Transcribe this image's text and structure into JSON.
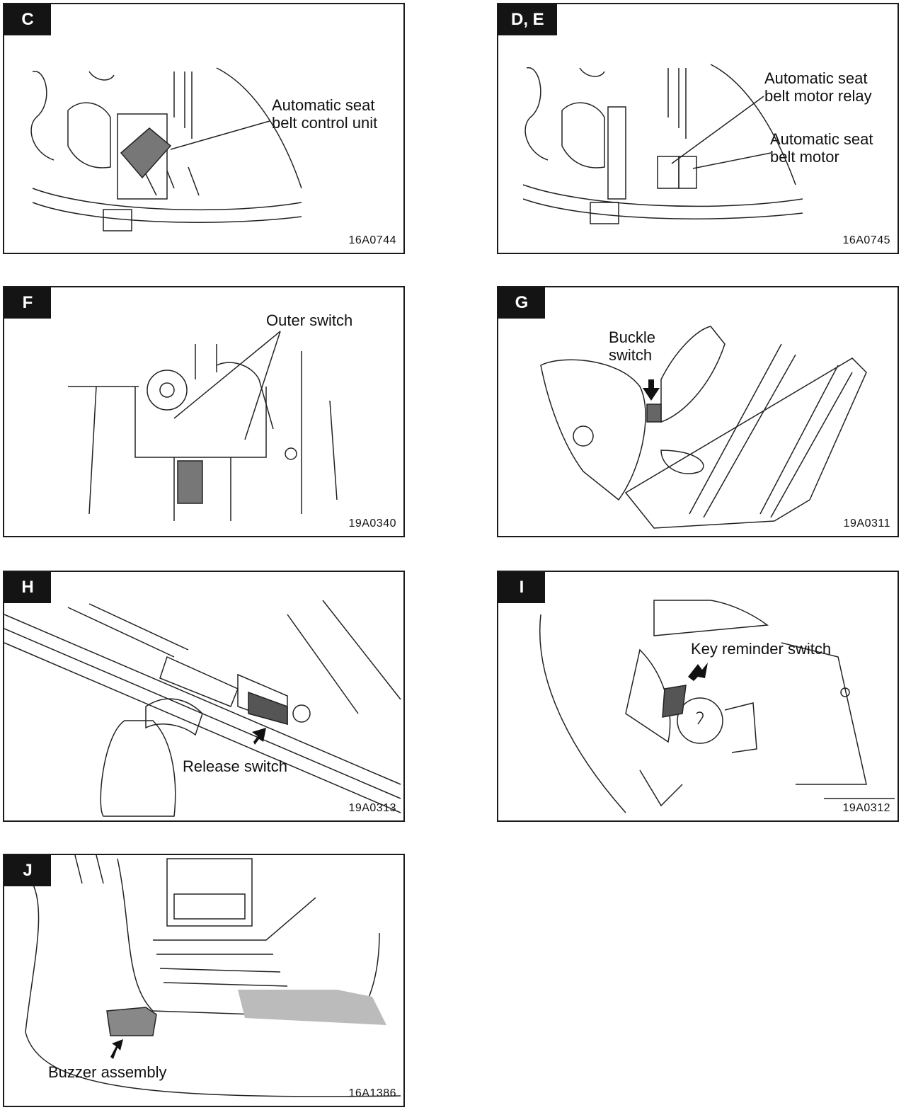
{
  "panels": [
    {
      "letter": "C",
      "code": "16A0744",
      "labels": [
        "Automatic seat\nbelt control unit"
      ]
    },
    {
      "letter": "D, E",
      "code": "16A0745",
      "labels": [
        "Automatic seat\nbelt motor relay",
        "Automatic seat\nbelt motor"
      ]
    },
    {
      "letter": "F",
      "code": "19A0340",
      "labels": [
        "Outer switch"
      ]
    },
    {
      "letter": "G",
      "code": "19A0311",
      "labels": [
        "Buckle\nswitch"
      ]
    },
    {
      "letter": "H",
      "code": "19A0313",
      "labels": [
        "Release switch"
      ]
    },
    {
      "letter": "I",
      "code": "19A0312",
      "labels": [
        "Key reminder switch"
      ]
    },
    {
      "letter": "J",
      "code": "16A1386",
      "labels": [
        "Buzzer assembly"
      ]
    }
  ]
}
